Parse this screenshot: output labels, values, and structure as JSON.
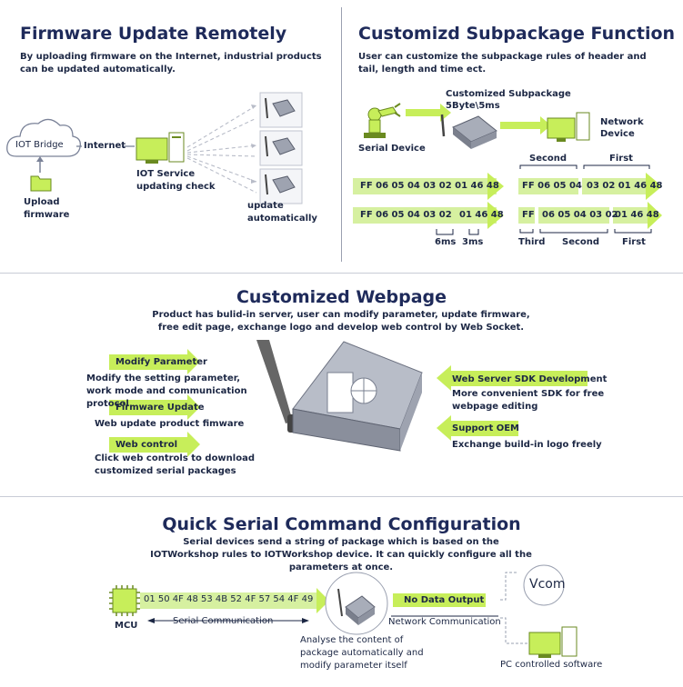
{
  "firmware": {
    "title": "Firmware Update Remotely",
    "desc": "By uploading firmware on the Internet, industrial products can be updated automatically.",
    "iot_bridge": "IOT Bridge",
    "internet": "Internet",
    "upload_firmware": "Upload\nfirmware",
    "iot_service": "IOT Service\nupdating check",
    "update_auto": "update\nautomatically"
  },
  "subpackage": {
    "title": "Customizd Subpackage Function",
    "desc": "User can customize the subpackage rules of header and tail, length and time ect.",
    "custom_label": "Customized Subpackage\n5Byte\\5ms",
    "serial_device": "Serial Device",
    "network_device": "Network\nDevice",
    "row1_full": "FF 06 05 04 03 02 01 46 48",
    "row1_second_label": "Second",
    "row1_first_label": "First",
    "row1_second": "FF 06 05 04",
    "row1_first": "03 02 01 46 48",
    "row2_a": "FF 06 05 04 03 02",
    "row2_b": "01 46 48",
    "row2_third": "FF",
    "row2_second": "06 05 04 03 02",
    "row2_first": "01 46 48",
    "t6": "6ms",
    "t3": "3ms",
    "lbl_third": "Third",
    "lbl_second": "Second",
    "lbl_first": "First"
  },
  "webpage": {
    "title": "Customized Webpage",
    "desc": "Product has bulid-in server, user can modify parameter, update firmware, free edit page, exchange logo and develop web control by Web Socket.",
    "modify_param": "Modify Parameter",
    "modify_param_desc": "Modify the setting parameter, work mode and communication protocol",
    "firmware_update": "Firmware Update",
    "firmware_update_desc": "Web update product fimware",
    "web_control": "Web control",
    "web_control_desc": "Click web controls to download customized serial packages",
    "sdk": "Web Server SDK Development",
    "sdk_desc": "More convenient SDK for free webpage editing",
    "oem": "Support OEM",
    "oem_desc": "Exchange build-in logo freely"
  },
  "quick": {
    "title": "Quick Serial Command Configuration",
    "desc": "Serial devices send a string of package which is based on the IOTWorkshop rules to IOTWorkshop device. It can quickly configure all the parameters at once.",
    "mcu": "MCU",
    "hex": "01 50 4F 48 53 4B 52 4F 57 54 4F 49",
    "serial_comm": "Serial Communication",
    "analyse": "Analyse the content of package automatically and modify parameter itself",
    "no_data": "No Data Output",
    "network_comm": "Network Communication",
    "vcom": "Vcom",
    "pc": "PC controlled software"
  },
  "colors": {
    "accent": "#c7ee5a",
    "navy": "#1e2a5a",
    "light_green": "#d6f0a0"
  }
}
